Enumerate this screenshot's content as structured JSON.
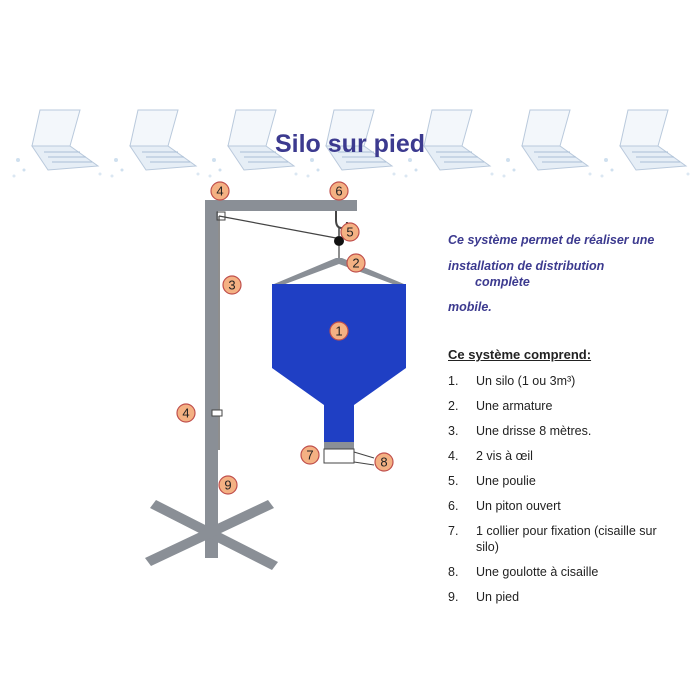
{
  "title": "Silo sur pied",
  "intro": {
    "line1": "Ce système permet de réaliser une",
    "line2a": "installation de distribution",
    "line2b": "complète",
    "line3": "mobile."
  },
  "components_heading": "Ce système comprend:",
  "components": [
    {
      "num": "1.",
      "label": "Un silo (1 ou 3m³)"
    },
    {
      "num": "2.",
      "label": "Une armature"
    },
    {
      "num": "3.",
      "label": "Une drisse 8 mètres."
    },
    {
      "num": "4.",
      "label": "2 vis à œil"
    },
    {
      "num": "5.",
      "label": "Une poulie"
    },
    {
      "num": "6.",
      "label": "Un piton ouvert"
    },
    {
      "num": "7.",
      "label": "1 collier pour fixation (cisaille sur silo)"
    },
    {
      "num": "8.",
      "label": "Une goulotte à cisaille"
    },
    {
      "num": "9.",
      "label": "Un pied"
    }
  ],
  "callouts": [
    "4",
    "6",
    "5",
    "2",
    "3",
    "1",
    "4",
    "7",
    "8",
    "9"
  ],
  "colors": {
    "title": "#3c3a8f",
    "silo_fill": "#1f3fc4",
    "frame": "#8a8f96",
    "badge_fill": "#f4b183",
    "badge_stroke": "#c0504d"
  }
}
